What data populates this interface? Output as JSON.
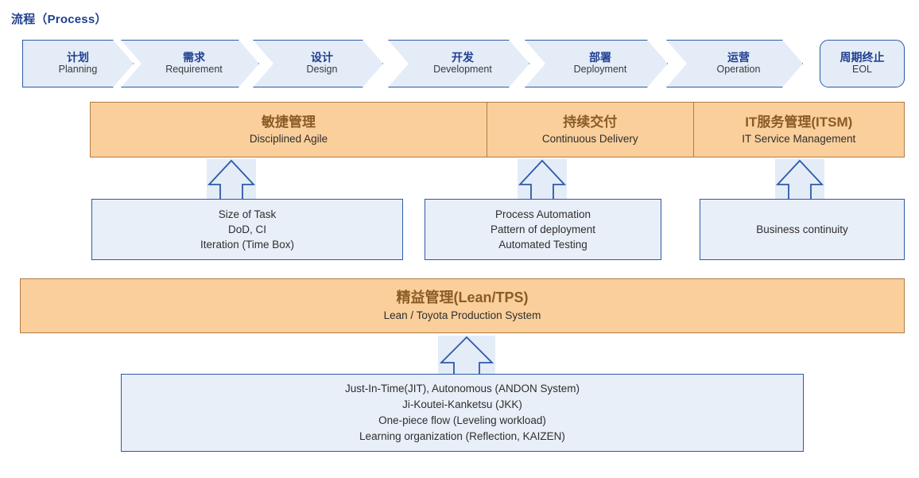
{
  "section": {
    "title": "流程（Process）",
    "title_color": "#1f3f8f"
  },
  "theme": {
    "process_fill": "#e4ecf7",
    "process_border": "#2c5aa8",
    "practice_fill": "#fbcf9b",
    "practice_border": "#b07c45",
    "practice_text": "#8a5c25",
    "detail_fill": "#e9eff8",
    "detail_border": "#2c5aa8"
  },
  "process": {
    "stages": [
      {
        "cn": "计划",
        "en": "Planning"
      },
      {
        "cn": "需求",
        "en": "Requirement"
      },
      {
        "cn": "设计",
        "en": "Design"
      },
      {
        "cn": "开发",
        "en": "Development"
      },
      {
        "cn": "部署",
        "en": "Deployment"
      },
      {
        "cn": "运营",
        "en": "Operation"
      }
    ],
    "terminator": {
      "cn": "周期终止",
      "en": "EOL"
    }
  },
  "practices": [
    {
      "cn": "敏捷管理",
      "en": "Disciplined Agile",
      "detail": "Size of Task\nDoD, CI\nIteration (Time Box)"
    },
    {
      "cn": "持续交付",
      "en": "Continuous Delivery",
      "detail": "Process Automation\nPattern of deployment\nAutomated Testing"
    },
    {
      "cn": "IT服务管理(ITSM)",
      "en": "IT Service Management",
      "detail": "Business continuity"
    }
  ],
  "foundation": {
    "cn": "精益管理(Lean/TPS)",
    "en": "Lean / Toyota Production System",
    "detail": "Just-In-Time(JIT), Autonomous (ANDON System)\nJi-Koutei-Kanketsu (JKK)\nOne-piece flow (Leveling workload)\nLearning organization (Reflection, KAIZEN)"
  }
}
